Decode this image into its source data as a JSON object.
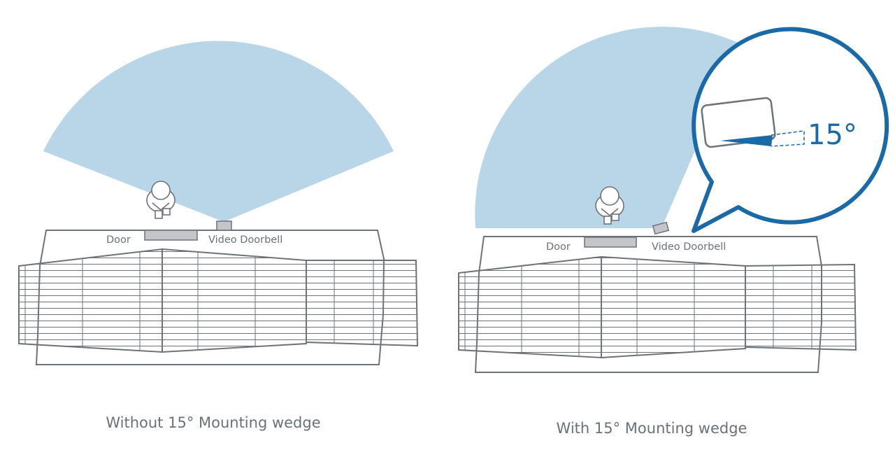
{
  "panels": [
    {
      "door_label": "Door",
      "doorbell_label": "Video Doorbell",
      "caption": "Without 15° Mounting wedge"
    },
    {
      "door_label": "Door",
      "doorbell_label": "Video Doorbell",
      "caption": "With 15° Mounting wedge"
    }
  ],
  "callout": {
    "angle_label": "15°"
  },
  "colors": {
    "field_of_view": "#b9d6e8",
    "callout_ring": "#1a6aa8",
    "outline": "#6e7378",
    "door_fill": "#c3c5c8",
    "text": "#6b7178"
  }
}
